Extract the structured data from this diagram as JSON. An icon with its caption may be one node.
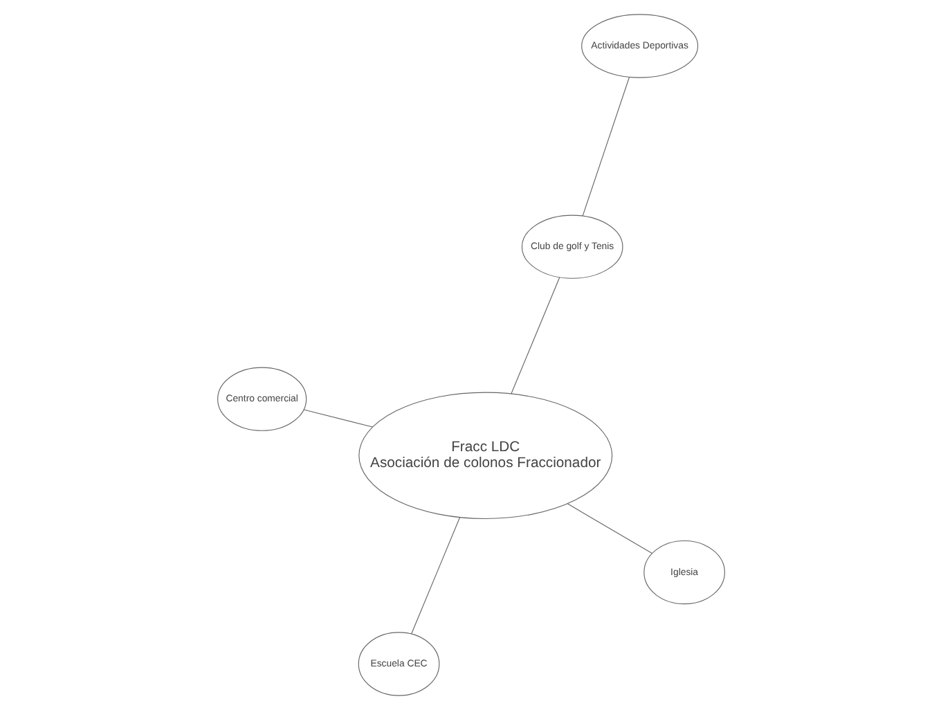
{
  "diagram": {
    "nodes": [
      {
        "text": [
          "Fracc LDC",
          "Asociación de colonos Fraccionador"
        ]
      },
      {
        "text": [
          "Iglesia"
        ]
      },
      {
        "text": [
          "Escuela CEC"
        ]
      },
      {
        "text": [
          "Centro comercial"
        ]
      },
      {
        "text": [
          "Club de golf y Tenis"
        ]
      },
      {
        "text": [
          "Actividades Deportivas"
        ]
      }
    ],
    "edges": [
      {
        "from": 1,
        "to": 0,
        "arrow": "none"
      },
      {
        "from": 2,
        "to": 0,
        "arrow": "none"
      },
      {
        "from": 3,
        "to": 0,
        "arrow": "none"
      },
      {
        "from": 0,
        "to": 4,
        "arrow": "none"
      },
      {
        "from": 4,
        "to": 5,
        "arrow": "none"
      }
    ]
  }
}
